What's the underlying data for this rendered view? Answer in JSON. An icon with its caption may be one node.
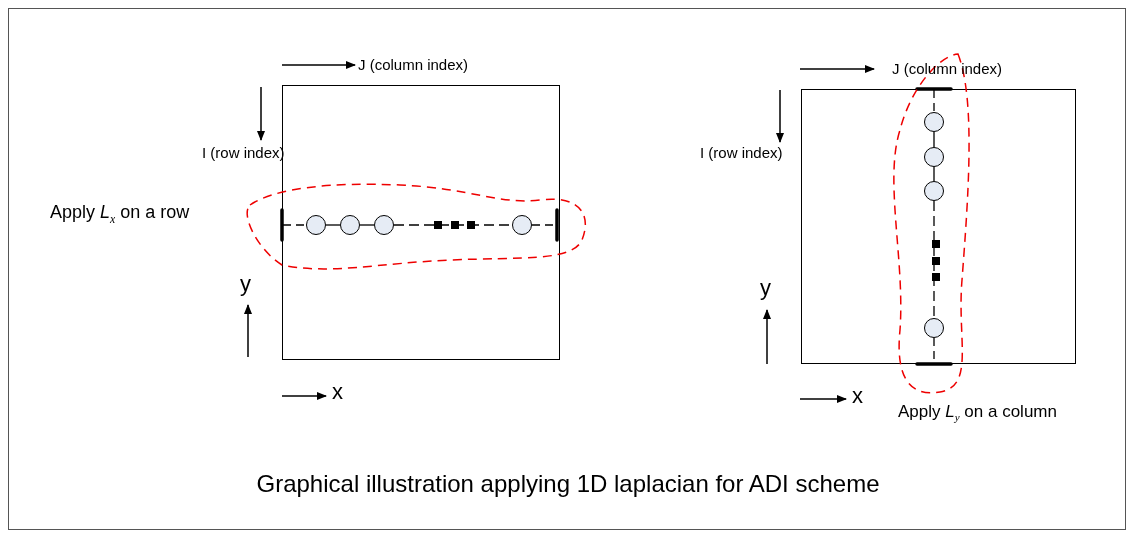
{
  "diagram": {
    "caption": "Graphical illustration applying 1D laplacian for ADI scheme",
    "nodes": [
      {
        "text": [],
        "shape": "box"
      },
      {
        "text": [],
        "shape": "box"
      },
      {
        "text": [],
        "shape": "circle",
        "in": 0
      },
      {
        "text": [],
        "shape": "circle",
        "in": 0
      },
      {
        "text": [],
        "shape": "circle",
        "in": 0
      },
      {
        "text": [],
        "shape": "circle",
        "in": 0
      },
      {
        "text": [],
        "shape": "circle",
        "in": 1
      },
      {
        "text": [],
        "shape": "circle",
        "in": 1
      },
      {
        "text": [],
        "shape": "circle",
        "in": 1
      },
      {
        "text": [],
        "shape": "circle",
        "in": 1
      }
    ],
    "edges": [
      {
        "from": 2,
        "to": 3,
        "arrow": "none"
      },
      {
        "from": 3,
        "to": 4,
        "arrow": "none"
      },
      {
        "from": 4,
        "to": 5,
        "arrow": "none",
        "style": "dashed"
      },
      {
        "from": 6,
        "to": 7,
        "arrow": "none"
      },
      {
        "from": 7,
        "to": 8,
        "arrow": "none"
      },
      {
        "from": 8,
        "to": 9,
        "arrow": "none",
        "style": "dashed"
      }
    ],
    "labels": [
      "J (column index)",
      "J (column index)",
      "I (row index)",
      "I (row index)",
      "Apply *L*$_{x}$ on a row",
      "y",
      "y",
      "x",
      "x",
      "Apply *L*$_{y}$ on a column"
    ]
  }
}
